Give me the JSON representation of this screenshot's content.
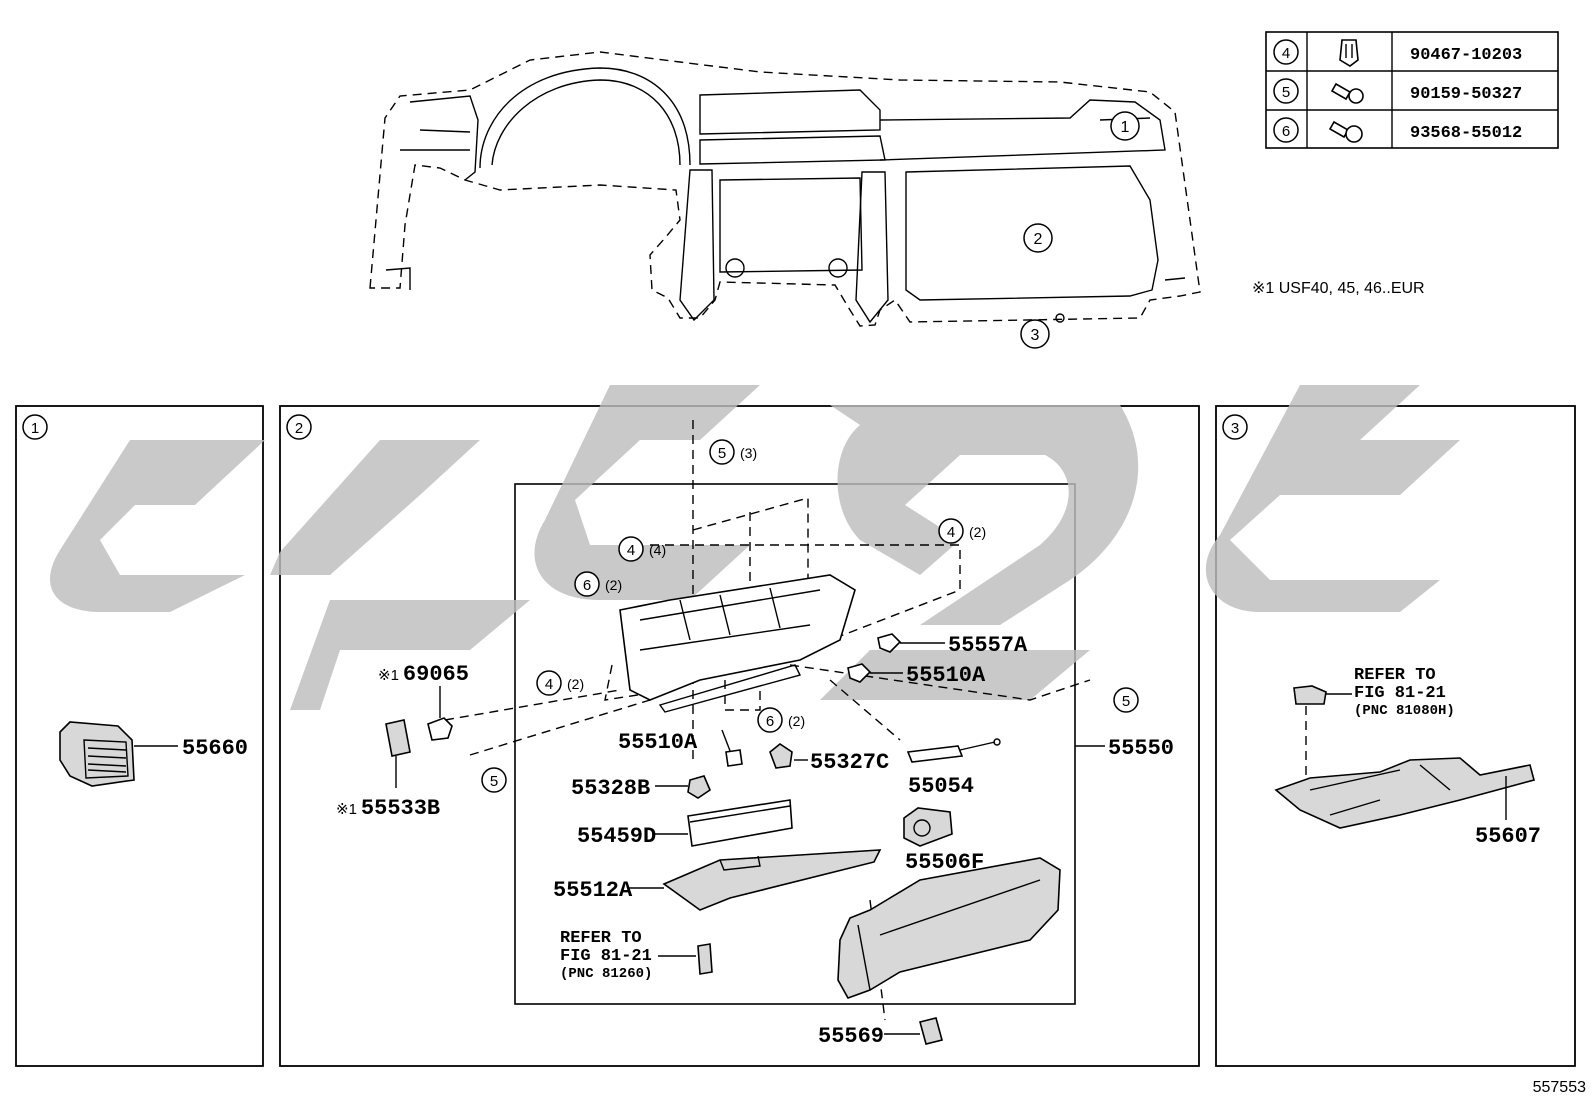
{
  "legend": {
    "rows": [
      {
        "ref": "4",
        "part": "90467-10203",
        "icon": "clip-icon"
      },
      {
        "ref": "5",
        "part": "90159-50327",
        "icon": "screw-icon"
      },
      {
        "ref": "6",
        "part": "93568-55012",
        "icon": "bolt-icon"
      }
    ]
  },
  "applicability_note": "※1  USF40, 45, 46..EUR",
  "overview_callouts": [
    "1",
    "2",
    "3"
  ],
  "panel1": {
    "number": "1",
    "parts": [
      {
        "pn": "55660"
      }
    ]
  },
  "panel2": {
    "number": "2",
    "parts": [
      {
        "pn": "55557A"
      },
      {
        "pn": "55510A"
      },
      {
        "pn": "55510A"
      },
      {
        "pn": "55327C"
      },
      {
        "pn": "55054"
      },
      {
        "pn": "55328B"
      },
      {
        "pn": "55459D"
      },
      {
        "pn": "55506F"
      },
      {
        "pn": "55512A"
      },
      {
        "pn": "55550"
      },
      {
        "pn": "55569"
      },
      {
        "pn": "69065",
        "prefix": "※1"
      },
      {
        "pn": "55533B",
        "prefix": "※1"
      }
    ],
    "fastener_callouts": [
      {
        "ref": "5",
        "qty": "(3)"
      },
      {
        "ref": "4",
        "qty": "(4)"
      },
      {
        "ref": "4",
        "qty": "(2)"
      },
      {
        "ref": "6",
        "qty": "(2)"
      },
      {
        "ref": "4",
        "qty": "(2)"
      },
      {
        "ref": "6",
        "qty": "(2)"
      },
      {
        "ref": "5",
        "qty": ""
      },
      {
        "ref": "5",
        "qty": ""
      }
    ],
    "refer": {
      "line1": "REFER TO",
      "line2": "FIG 81-21",
      "line3": "(PNC 81260)"
    }
  },
  "panel3": {
    "number": "3",
    "parts": [
      {
        "pn": "55607"
      }
    ],
    "refer": {
      "line1": "REFER TO",
      "line2": "FIG 81-21",
      "line3": "(PNC 81080H)"
    }
  },
  "figure_id": "557553",
  "colors": {
    "watermark": "#bdbdbd",
    "ink": "#000000"
  }
}
